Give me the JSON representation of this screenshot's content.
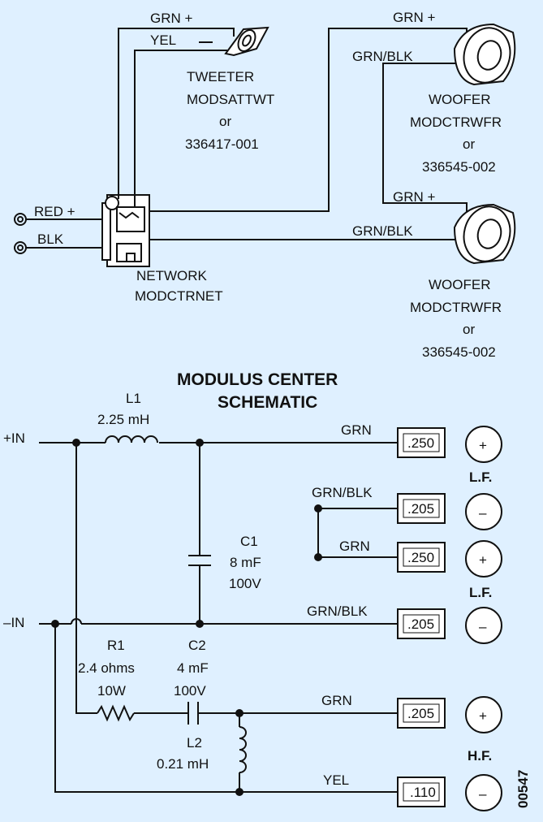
{
  "colors": {
    "background": "#dff0ff",
    "ink": "#111111"
  },
  "wiring": {
    "tweeter_wire_pos": "GRN +",
    "tweeter_wire_neg": "YEL",
    "tweeter_name": "TWEETER",
    "tweeter_model": "MODSATTWT",
    "tweeter_or": "or",
    "tweeter_part": "336417-001",
    "woofer1_wire_pos": "GRN +",
    "woofer1_wire_neg": "GRN/BLK",
    "woofer1_name": "WOOFER",
    "woofer1_model": "MODCTRWFR",
    "woofer1_or": "or",
    "woofer1_part": "336545-002",
    "woofer2_wire_pos": "GRN +",
    "woofer2_wire_neg": "GRN/BLK",
    "woofer2_name": "WOOFER",
    "woofer2_model": "MODCTRWFR",
    "woofer2_or": "or",
    "woofer2_part": "336545-002",
    "input_pos": "RED +",
    "input_neg": "BLK",
    "network_name": "NETWORK",
    "network_model": "MODCTRNET"
  },
  "schematic": {
    "title_line1": "MODULUS CENTER",
    "title_line2": "SCHEMATIC",
    "in_pos": "+IN",
    "in_neg": "–IN",
    "L1": {
      "name": "L1",
      "value": "2.25 mH"
    },
    "C1": {
      "name": "C1",
      "value": "8 mF",
      "rating": "100V"
    },
    "R1": {
      "name": "R1",
      "value": "2.4 ohms",
      "rating": "10W"
    },
    "C2": {
      "name": "C2",
      "value": "4 mF",
      "rating": "100V"
    },
    "L2": {
      "name": "L2",
      "value": "0.21 mH"
    },
    "outputs": [
      {
        "wire": "GRN",
        "terminal": ".250",
        "polarity": "+"
      },
      {
        "wire": "GRN/BLK",
        "terminal": ".205",
        "polarity": "–"
      },
      {
        "wire": "GRN",
        "terminal": ".250",
        "polarity": "+"
      },
      {
        "wire": "GRN/BLK",
        "terminal": ".205",
        "polarity": "–"
      },
      {
        "wire": "GRN",
        "terminal": ".205",
        "polarity": "+"
      },
      {
        "wire": "YEL",
        "terminal": ".110",
        "polarity": "–"
      }
    ],
    "group_lf1": "L.F.",
    "group_lf2": "L.F.",
    "group_hf": "H.F.",
    "figure_id": "00547"
  }
}
